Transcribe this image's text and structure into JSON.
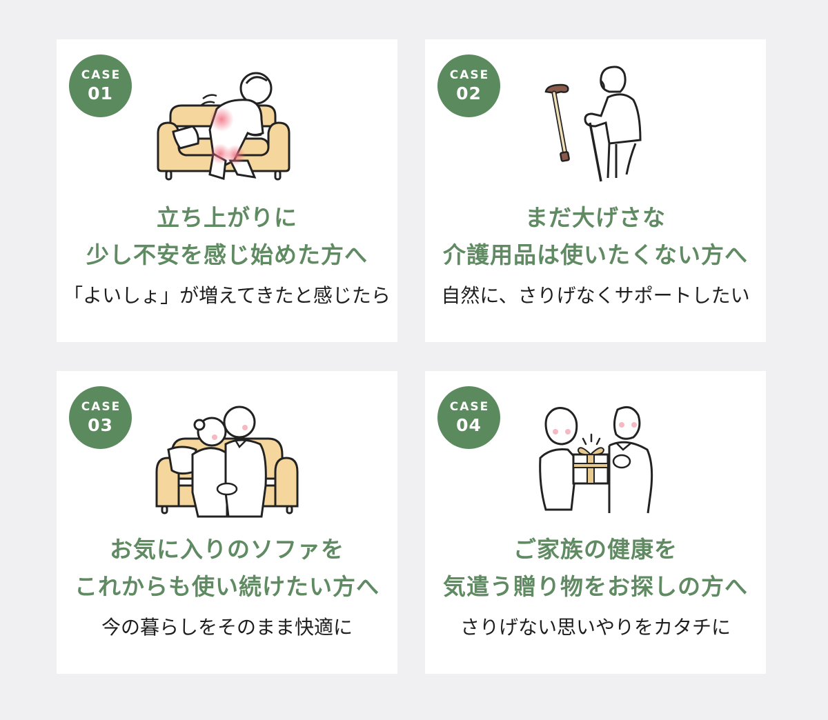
{
  "colors": {
    "background": "#f0f0f2",
    "card": "#ffffff",
    "badge": "#5a8a5e",
    "title": "#5f8a62",
    "subtitle": "#1e1e1e",
    "sofa": "#f5d79e",
    "pain_highlight": "#f28c9a",
    "cane": "#8a5a4a"
  },
  "cases": [
    {
      "badge_label": "CASE",
      "badge_number": "01",
      "illustration": "elderly-man-standing-up-from-sofa",
      "title_line1": "立ち上がりに",
      "title_line2": "少し不安を感じ始めた方へ",
      "subtitle": "「よいしょ」が増えてきたと感じたら"
    },
    {
      "badge_label": "CASE",
      "badge_number": "02",
      "illustration": "elderly-woman-with-cane",
      "title_line1": "まだ大げさな",
      "title_line2": "介護用品は使いたくない方へ",
      "subtitle": "自然に、さりげなくサポートしたい"
    },
    {
      "badge_label": "CASE",
      "badge_number": "03",
      "illustration": "elderly-couple-on-sofa",
      "title_line1": "お気に入りのソファを",
      "title_line2": "これからも使い続けたい方へ",
      "subtitle": "今の暮らしをそのまま快適に"
    },
    {
      "badge_label": "CASE",
      "badge_number": "04",
      "illustration": "gift-giving-to-elderly-man",
      "title_line1": "ご家族の健康を",
      "title_line2": "気遣う贈り物をお探しの方へ",
      "subtitle": "さりげない思いやりをカタチに"
    }
  ]
}
